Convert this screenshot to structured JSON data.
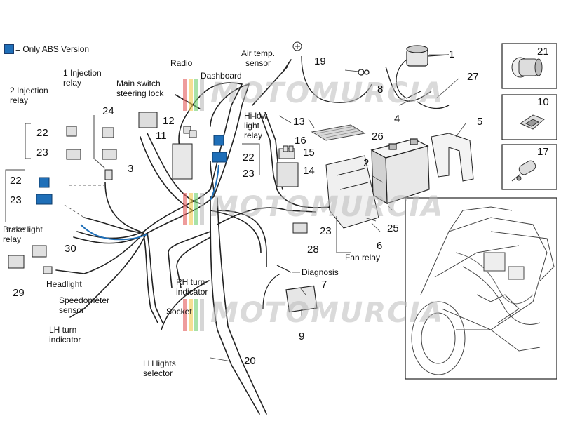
{
  "legend": {
    "text": "= Only ABS Version",
    "color": "#1f6fb8"
  },
  "watermark": {
    "text": "MOTOMURCIA"
  },
  "labels": {
    "radio": "Radio",
    "dashboard": "Dashboard",
    "air_temp": "Air temp.\nsensor",
    "injection_relay_1": "1 Injection\nrelay",
    "injection_relay_2": "2 Injection\nrelay",
    "main_switch": "Main switch\nsteering lock",
    "hi_low": "Hi-low\nlight\nrelay",
    "brake_light": "Brake light\nrelay",
    "headlight": "Headlight",
    "speedometer": "Speedometer\nsensor",
    "lh_turn": "LH turn\nindicator",
    "lh_lights": "LH lights\nselector",
    "rh_turn": "RH turn\nindicator",
    "socket": "Socket",
    "diagnosis": "Diagnosis",
    "fan_relay": "Fan relay"
  },
  "part_numbers": [
    "1",
    "2",
    "3",
    "4",
    "5",
    "6",
    "7",
    "8",
    "9",
    "10",
    "11",
    "12",
    "13",
    "14",
    "15",
    "16",
    "17",
    "19",
    "20",
    "21",
    "22",
    "22",
    "22",
    "23",
    "23",
    "23",
    "23",
    "24",
    "25",
    "26",
    "27",
    "28",
    "29",
    "30"
  ],
  "colors": {
    "abs_blue": "#1f6fb8",
    "line": "#222222"
  }
}
